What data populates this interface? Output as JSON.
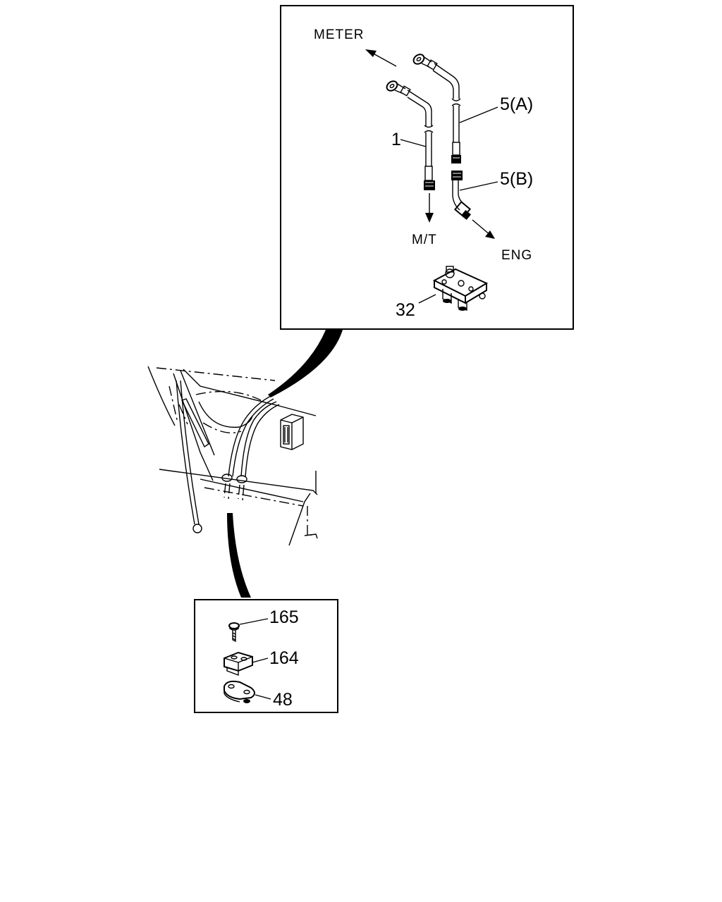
{
  "diagram": {
    "labels": {
      "meter": "METER",
      "mt": "M/T",
      "eng": "ENG",
      "part_1": "1",
      "part_5a": "5(A)",
      "part_5b": "5(B)",
      "part_32": "32",
      "part_165": "165",
      "part_164": "164",
      "part_48": "48"
    },
    "colors": {
      "line": "#000000",
      "background": "#ffffff"
    }
  }
}
